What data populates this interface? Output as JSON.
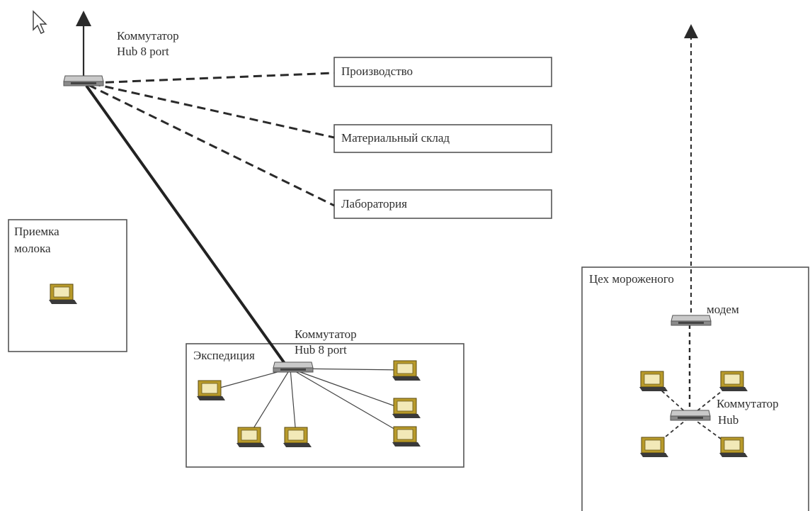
{
  "hubs": {
    "top": {
      "label_line1": "Коммутатор",
      "label_line2": "Hub 8 port"
    },
    "expedition": {
      "label_line1": "Коммутатор",
      "label_line2": "Hub 8 port"
    },
    "icecream": {
      "label_line1": "Коммутатор",
      "label_line2": "Hub"
    }
  },
  "departments": {
    "production": "Производство",
    "warehouse": "Материальный склад",
    "laboratory": "Лаборатория"
  },
  "zones": {
    "milk_receiving": {
      "line1": "Приемка",
      "line2": "молока"
    },
    "expedition": "Экспедиция",
    "icecream": "Цех мороженого"
  },
  "modem": {
    "label": "модем"
  },
  "icons": {
    "cursor": "mouse-pointer-icon",
    "computer": "computer-icon",
    "hub": "network-hub-icon"
  },
  "colors": {
    "line": "#2a2a2a",
    "hub_top": "#bdbdbd",
    "hub_side": "#8a8a8a",
    "monitor_frame": "#b89a2a",
    "monitor_screen": "#f2e9b8"
  }
}
